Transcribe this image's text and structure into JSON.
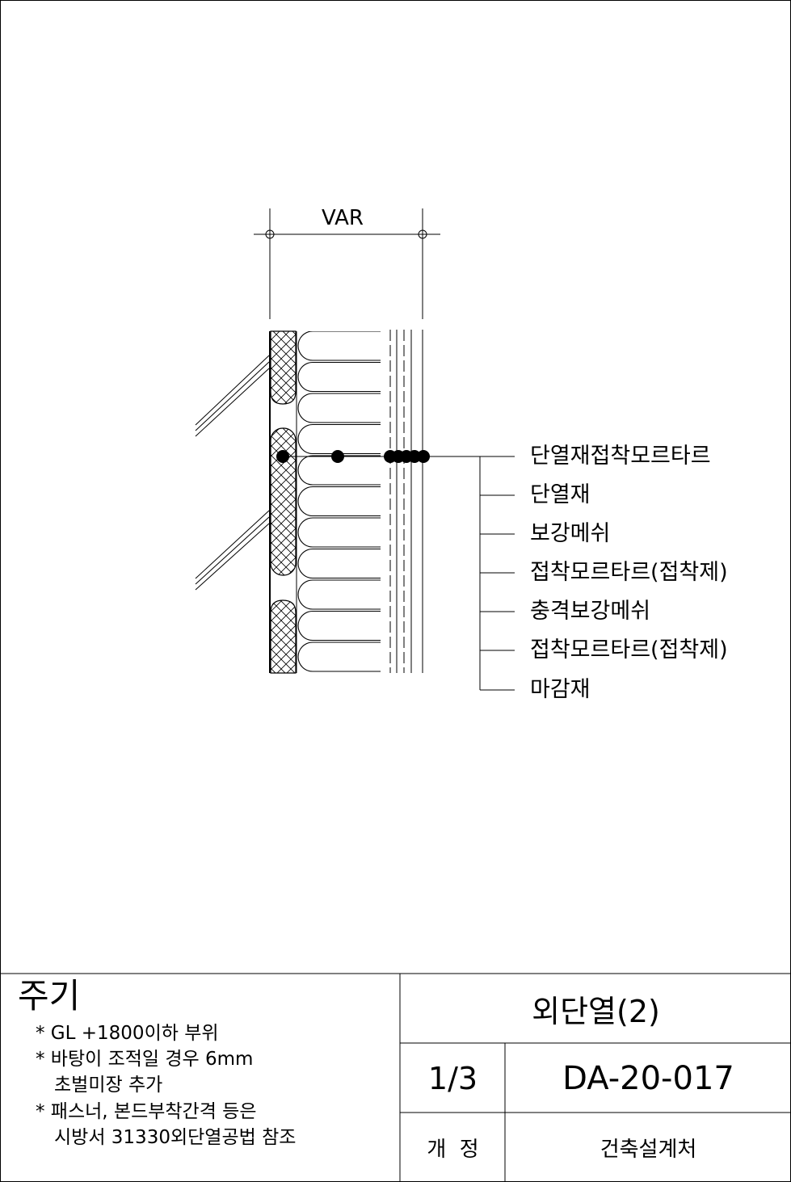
{
  "dimension": {
    "label": "VAR"
  },
  "callouts": [
    "단열재접착모르타르",
    "단열재",
    "보강메쉬",
    "접착모르타르(접착제)",
    "충격보강메쉬",
    "접착모르타르(접착제)",
    "마감재"
  ],
  "notes": {
    "title": "주기",
    "items": [
      "* GL +1800이하 부위",
      "* 바탕이 조적일 경우 6mm",
      "초벌미장 추가",
      "* 패스너, 본드부착간격 등은",
      "시방서 31330외단열공법 참조"
    ]
  },
  "title_block": {
    "drawing_title": "외단열(2)",
    "scale": "1/3",
    "drawing_number": "DA-20-017",
    "revision_label": "개  정",
    "department": "건축설계처"
  }
}
